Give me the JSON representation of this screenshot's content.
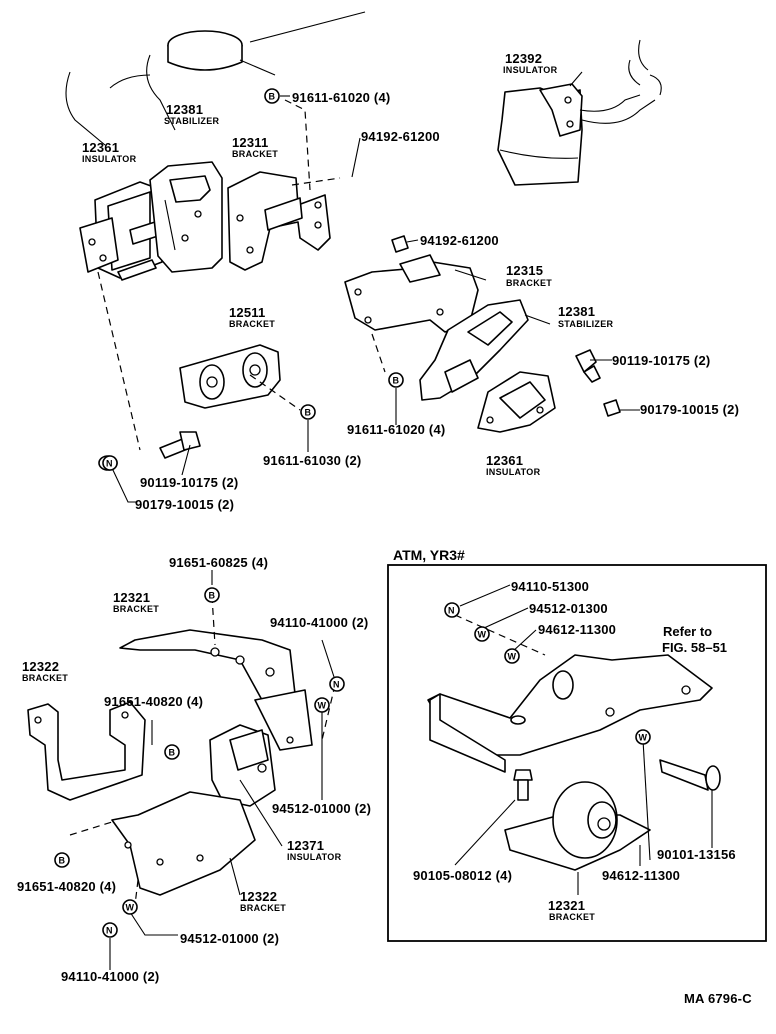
{
  "top_left": {
    "insulator": {
      "num": "12361",
      "name": "INSULATOR"
    },
    "stabilizer": {
      "num": "12381",
      "name": "STABILIZER"
    },
    "bracket": {
      "num": "12311",
      "name": "BRACKET"
    },
    "bolt_a": "91611-61020 (4)",
    "nut_a": "94192-61200",
    "bracket2": {
      "num": "12511",
      "name": "BRACKET"
    },
    "bolt_b": "91611-61030 (2)",
    "bolt_c": "90119-10175 (2)",
    "nut_c": "90179-10015 (2)"
  },
  "top_right": {
    "insulator": {
      "num": "12392",
      "name": "INSULATOR"
    },
    "nut_a": "94192-61200",
    "bracket": {
      "num": "12315",
      "name": "BRACKET"
    },
    "stabilizer": {
      "num": "12381",
      "name": "STABILIZER"
    },
    "bolt_a": "90119-10175 (2)",
    "nut_b": "90179-10015 (2)",
    "bolt_b": "91611-61020 (4)",
    "insulator2": {
      "num": "12361",
      "name": "INSULATOR"
    }
  },
  "bottom_left": {
    "bolt_a": "91651-60825 (4)",
    "bracket_a": {
      "num": "12321",
      "name": "BRACKET"
    },
    "nut_a": "94110-41000 (2)",
    "bracket_b": {
      "num": "12322",
      "name": "BRACKET"
    },
    "bolt_b": "91651-40820 (4)",
    "washer_a": "94512-01000 (2)",
    "insulator": {
      "num": "12371",
      "name": "INSULATOR"
    },
    "bolt_c": "91651-40820 (4)",
    "bracket_c": {
      "num": "12322",
      "name": "BRACKET"
    },
    "washer_b": "94512-01000 (2)",
    "nut_b": "94110-41000 (2)"
  },
  "atm_box": {
    "title": "ATM, YR3#",
    "nut": "94110-51300",
    "washer_a": "94512-01300",
    "washer_b": "94612-11300",
    "refer_line1": "Refer to",
    "refer_line2": "FIG. 58–51",
    "bolt_a": "90105-08012 (4)",
    "washer_c": "94612-11300",
    "bolt_b": "90101-13156",
    "bracket": {
      "num": "12321",
      "name": "BRACKET"
    }
  },
  "symbols": {
    "bolt": "B",
    "nut": "N",
    "washer": "W"
  },
  "figure_code": "MA  6796-C"
}
